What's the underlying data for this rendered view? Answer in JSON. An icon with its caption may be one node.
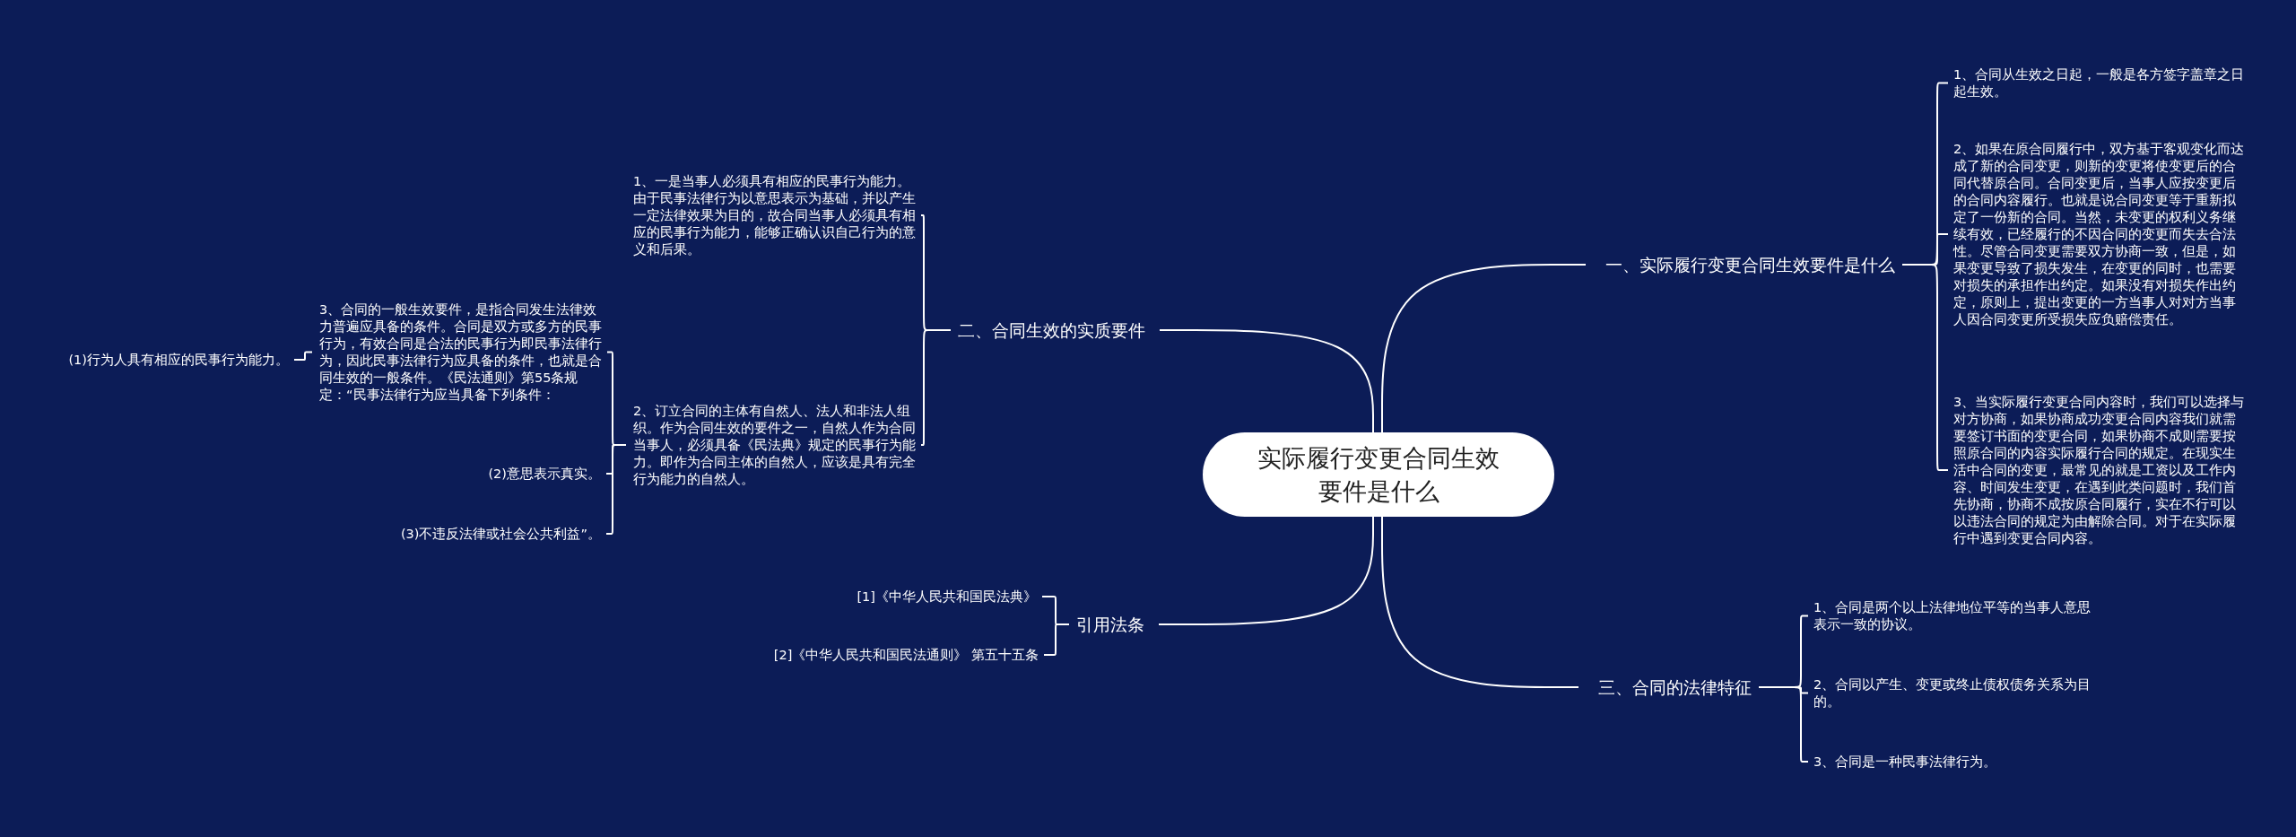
{
  "diagram": {
    "nodes": [
      {
        "text": [
          "实际履行变更合同生效要件是什么"
        ]
      },
      {
        "text": [
          "一、实际履行变更合同生效要件是什么"
        ]
      },
      {
        "text": [
          "1、合同从生效之日起，一般是各方签字盖章之日起生效。"
        ]
      },
      {
        "text": [
          "2、如果在原合同履行中，双方基于客观变化而达成了新的合同变更，则新的变更将使变更后的合同代替原合同。合同变更后，当事人应按变更后的合同内容履行。也就是说合同变更等于重新拟定了一份新的合同。当然，未变更的权利义务继续有效，已经履行的不因合同的变更而失去合法性。尽管合同变更需要双方协商一致，但是，如果变更导致了损失发生，在变更的同时，也需要对损失的承担作出约定。如果没有对损失作出约定，原则上，提出变更的一方当事人对对方当事人因合同变更所受损失应负赔偿责任。"
        ]
      },
      {
        "text": [
          "3、当实际履行变更合同内容时，我们可以选择与对方协商，如果协商成功变更合同内容我们就需要签订书面的变更合同，如果协商不成则需要按照原合同的内容实际履行合同的规定。在现实生活中合同的变更，最常见的就是工资以及工作内容、时间发生变更，在遇到此类问题时，我们首先协商，协商不成按原合同履行，实在不行可以以违法合同的规定为由解除合同。对于在实际履行中遇到变更合同内容。"
        ]
      },
      {
        "text": [
          "二、合同生效的实质要件"
        ]
      },
      {
        "text": [
          "1、一是当事人必须具有相应的民事行为能力。由于民事法律行为以意思表示为基础，并以产生一定法律效果为目的，故合同当事人必须具有相应的民事行为能力，能够正确认识自己行为的意义和后果。"
        ]
      },
      {
        "text": [
          "2、订立合同的主体有自然人、法人和非法人组织。作为合同生效的要件之一，自然人作为合同当事人，必须具备《民法典》规定的民事行为能力。即作为合同主体的自然人，应该是具有完全行为能力的自然人。"
        ]
      },
      {
        "text": [
          "3、合同的一般生效要件，是指合同发生法律效力普遍应具备的条件。合同是双方或多方的民事行为，有效合同是合法的民事行为即民事法律行为，因此民事法律行为应具备的条件，也就是合同生效的一般条件。《民法通则》第55条规定：“民事法律行为应当具备下列条件："
        ]
      },
      {
        "text": [
          "(1)行为人具有相应的民事行为能力。"
        ]
      },
      {
        "text": [
          "(2)意思表示真实。"
        ]
      },
      {
        "text": [
          "(3)不违反法律或社会公共利益”。"
        ]
      },
      {
        "text": [
          "引用法条"
        ]
      },
      {
        "text": [
          "[1]《中华人民共和国民法典》"
        ]
      },
      {
        "text": [
          "[2]《中华人民共和国民法通则》 第五十五条"
        ]
      },
      {
        "text": [
          "三、合同的法律特征"
        ]
      },
      {
        "text": [
          "1、合同是两个以上法律地位平等的当事人意思表示一致的协议。"
        ]
      },
      {
        "text": [
          "2、合同以产生、变更或终止债权债务关系为目的。"
        ]
      },
      {
        "text": [
          "3、合同是一种民事法律行为。"
        ]
      }
    ],
    "edges": [
      {
        "from": 0,
        "to": 1,
        "arrow": "none"
      },
      {
        "from": 1,
        "to": 2,
        "arrow": "none"
      },
      {
        "from": 1,
        "to": 3,
        "arrow": "none"
      },
      {
        "from": 1,
        "to": 4,
        "arrow": "none"
      },
      {
        "from": 0,
        "to": 5,
        "arrow": "none"
      },
      {
        "from": 5,
        "to": 6,
        "arrow": "none"
      },
      {
        "from": 5,
        "to": 7,
        "arrow": "none"
      },
      {
        "from": 7,
        "to": 8,
        "arrow": "none"
      },
      {
        "from": 8,
        "to": 9,
        "arrow": "none"
      },
      {
        "from": 7,
        "to": 10,
        "arrow": "none"
      },
      {
        "from": 7,
        "to": 11,
        "arrow": "none"
      },
      {
        "from": 0,
        "to": 12,
        "arrow": "none"
      },
      {
        "from": 12,
        "to": 13,
        "arrow": "none"
      },
      {
        "from": 12,
        "to": 14,
        "arrow": "none"
      },
      {
        "from": 0,
        "to": 15,
        "arrow": "none"
      },
      {
        "from": 15,
        "to": 16,
        "arrow": "none"
      },
      {
        "from": 15,
        "to": 17,
        "arrow": "none"
      },
      {
        "from": 15,
        "to": 18,
        "arrow": "none"
      }
    ]
  }
}
